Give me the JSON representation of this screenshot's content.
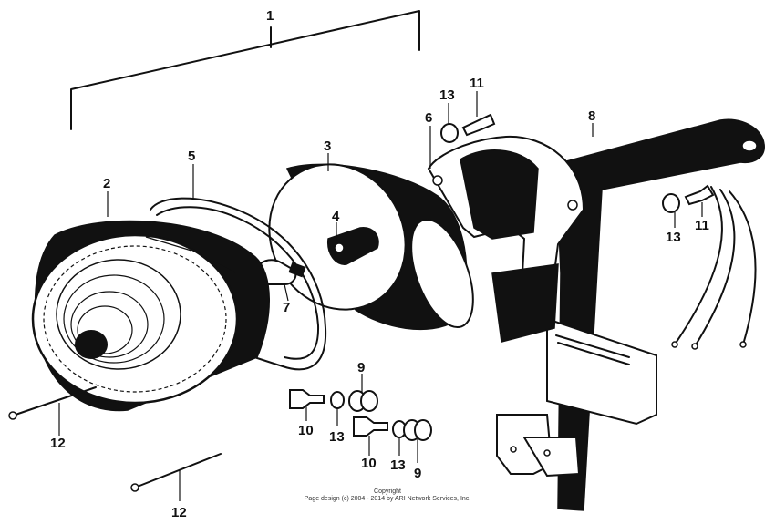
{
  "diagram": {
    "callouts": {
      "c1": "1",
      "c2": "2",
      "c3": "3",
      "c4": "4",
      "c5": "5",
      "c6": "6",
      "c7": "7",
      "c8": "8",
      "c9a": "9",
      "c9b": "9",
      "c10a": "10",
      "c10b": "10",
      "c11a": "11",
      "c11b": "11",
      "c12a": "12",
      "c12b": "12",
      "c13a": "13",
      "c13b": "13",
      "c13c": "13",
      "c13d": "13"
    },
    "copyright": {
      "line1": "Copyright",
      "line2": "Page design (c) 2004 - 2014 by ARI Network Services, Inc."
    }
  }
}
